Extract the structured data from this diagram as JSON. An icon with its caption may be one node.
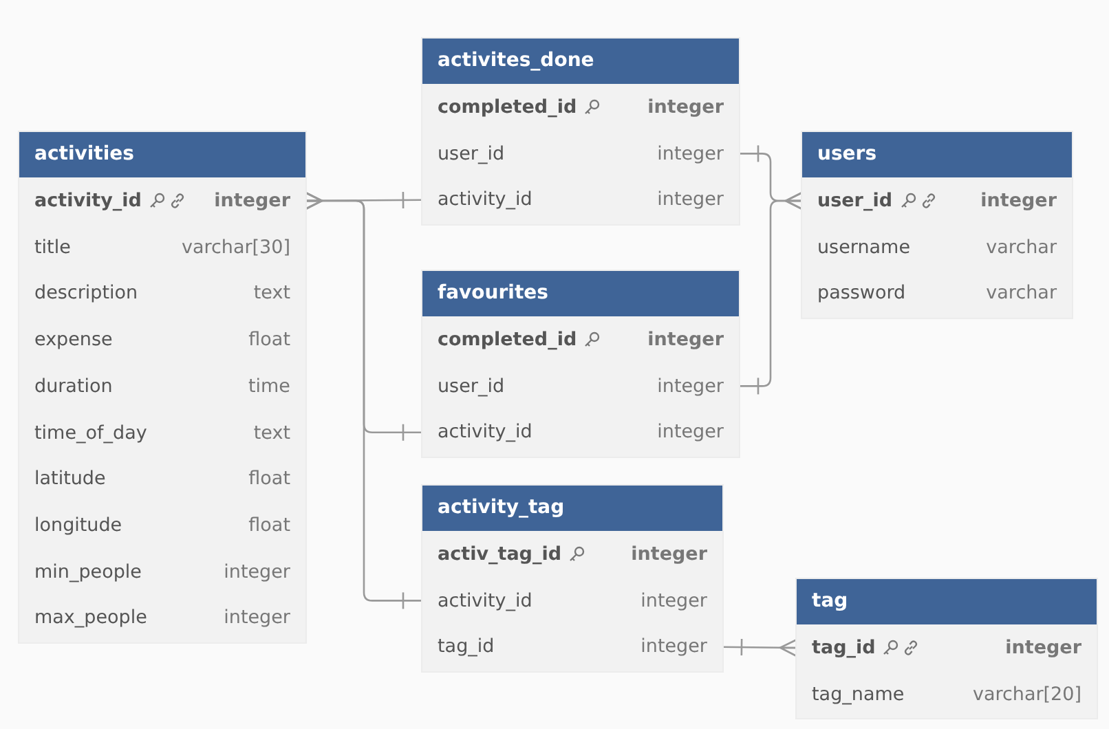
{
  "diagram": {
    "nodes": [
      {
        "text": [
          "activites_done"
        ]
      },
      {
        "text": [
          "completed_id",
          "integer"
        ],
        "in": 0
      },
      {
        "text": [
          "user_id",
          "integer"
        ],
        "in": 0
      },
      {
        "text": [
          "activity_id",
          "integer"
        ],
        "in": 0
      },
      {
        "text": [
          "activities"
        ]
      },
      {
        "text": [
          "activity_id",
          "integer"
        ],
        "in": 4
      },
      {
        "text": [
          "title",
          "varchar[30]"
        ],
        "in": 4
      },
      {
        "text": [
          "description",
          "text"
        ],
        "in": 4
      },
      {
        "text": [
          "expense",
          "float"
        ],
        "in": 4
      },
      {
        "text": [
          "duration",
          "time"
        ],
        "in": 4
      },
      {
        "text": [
          "time_of_day",
          "text"
        ],
        "in": 4
      },
      {
        "text": [
          "latitude",
          "float"
        ],
        "in": 4
      },
      {
        "text": [
          "longitude",
          "float"
        ],
        "in": 4
      },
      {
        "text": [
          "min_people",
          "integer"
        ],
        "in": 4
      },
      {
        "text": [
          "max_people",
          "integer"
        ],
        "in": 4
      },
      {
        "text": [
          "users"
        ]
      },
      {
        "text": [
          "user_id",
          "integer"
        ],
        "in": 15
      },
      {
        "text": [
          "username",
          "varchar"
        ],
        "in": 15
      },
      {
        "text": [
          "password",
          "varchar"
        ],
        "in": 15
      },
      {
        "text": [
          "favourites"
        ]
      },
      {
        "text": [
          "completed_id",
          "integer"
        ],
        "in": 19
      },
      {
        "text": [
          "user_id",
          "integer"
        ],
        "in": 19
      },
      {
        "text": [
          "activity_id",
          "integer"
        ],
        "in": 19
      },
      {
        "text": [
          "activity_tag"
        ]
      },
      {
        "text": [
          "activ_tag_id",
          "integer"
        ],
        "in": 23
      },
      {
        "text": [
          "activity_id",
          "integer"
        ],
        "in": 23
      },
      {
        "text": [
          "tag_id",
          "integer"
        ],
        "in": 23
      },
      {
        "text": [
          "tag"
        ]
      },
      {
        "text": [
          "tag_id",
          "integer"
        ],
        "in": 27
      },
      {
        "text": [
          "tag_name",
          "varchar[20]"
        ],
        "in": 27
      }
    ],
    "edges": [
      {
        "from": 5,
        "to": 3,
        "arrow": "other"
      },
      {
        "from": 5,
        "to": 22,
        "arrow": "other"
      },
      {
        "from": 5,
        "to": 25,
        "arrow": "other"
      },
      {
        "from": 16,
        "to": 2,
        "arrow": "other"
      },
      {
        "from": 16,
        "to": 21,
        "arrow": "other"
      },
      {
        "from": 28,
        "to": 26,
        "arrow": "other"
      }
    ]
  }
}
